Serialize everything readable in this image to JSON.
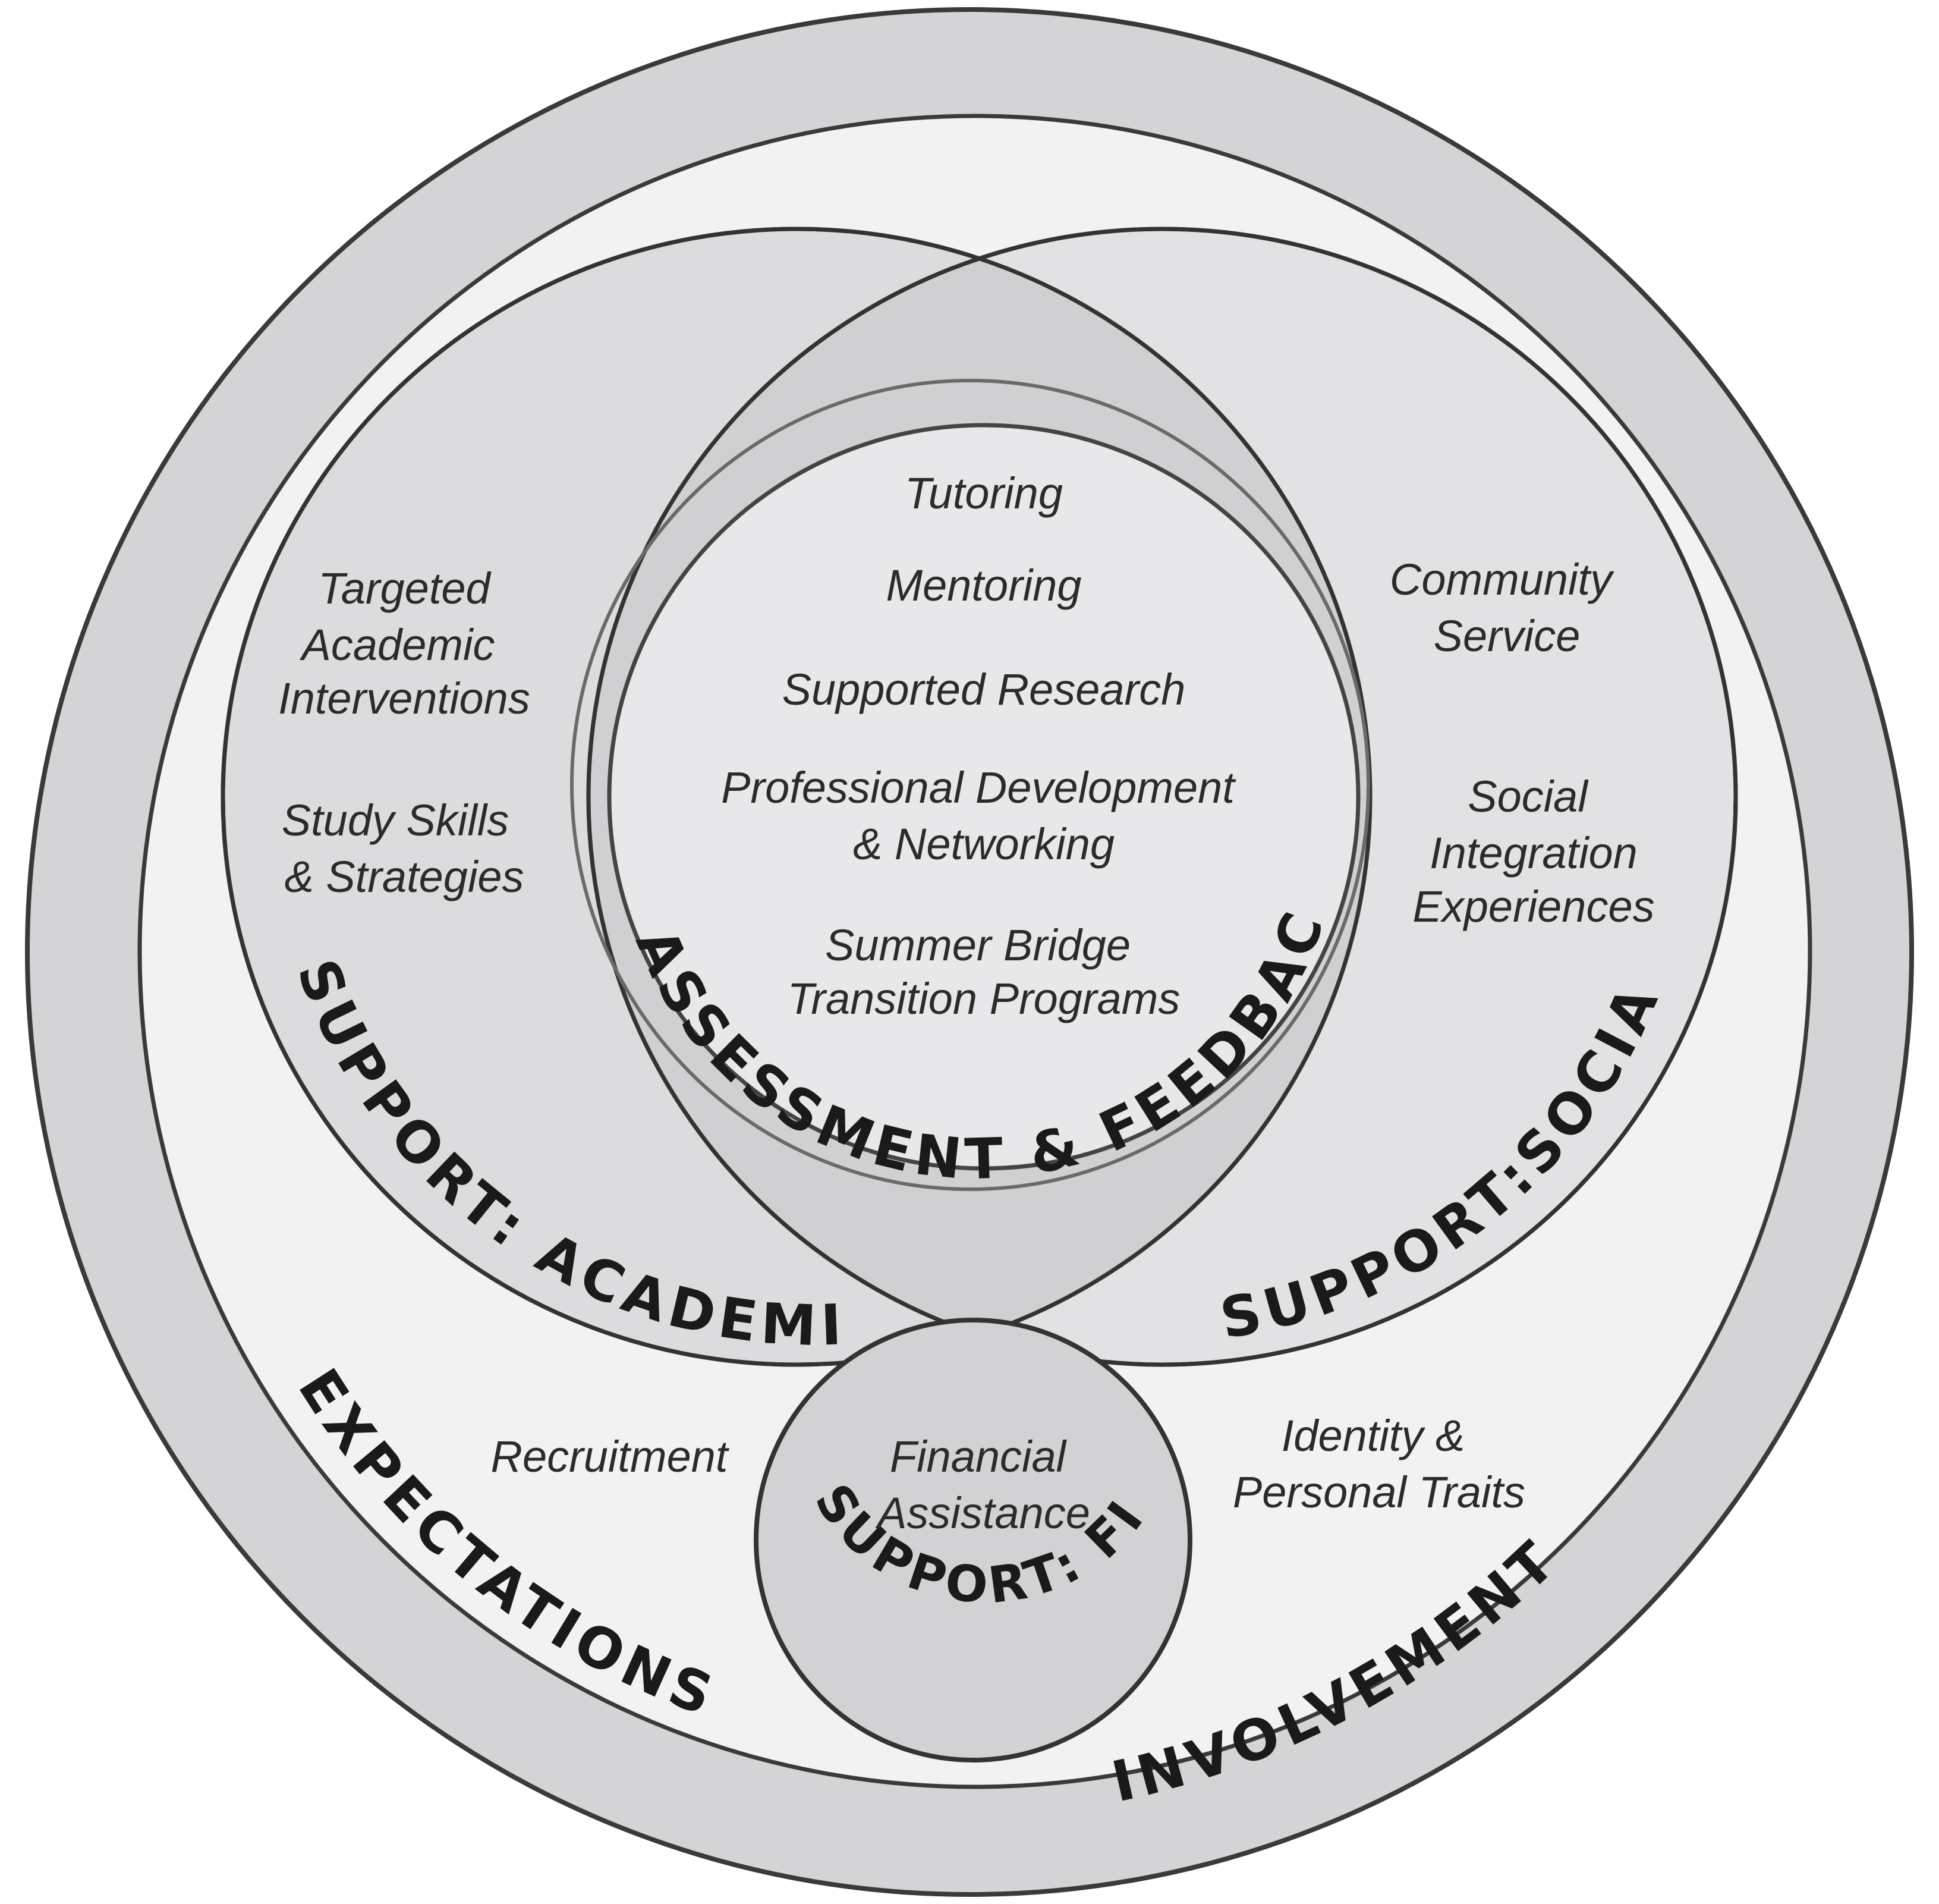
{
  "rings": {
    "involvement": "INVOLVEMENT",
    "expectations": "EXPECTATIONS",
    "support_academic": "SUPPORT: ACADEMIC",
    "support_social": "SUPPORT:SOCIAL",
    "assessment_feedback": "ASSESSMENT & FEEDBACK",
    "support_financial": "SUPPORT: FINANCIAL"
  },
  "items": {
    "tutoring": "Tutoring",
    "mentoring": "Mentoring",
    "supported_research": "Supported Research",
    "professional_development_1": "Professional Development",
    "professional_development_2": "& Networking",
    "summer_bridge_1": "Summer Bridge",
    "summer_bridge_2": "Transition Programs",
    "targeted_1": "Targeted",
    "targeted_2": "Academic",
    "targeted_3": "Interventions",
    "study_skills_1": "Study Skills",
    "study_skills_2": "& Strategies",
    "community_1": "Community",
    "community_2": "Service",
    "social_integration_1": "Social",
    "social_integration_2": "Integration",
    "social_integration_3": "Experiences",
    "recruitment": "Recruitment",
    "financial_1": "Financial",
    "financial_2": "Assistance",
    "identity_1": "Identity &",
    "identity_2": "Personal Traits"
  },
  "colors": {
    "outer_ring": "#d4d4d6",
    "expectations_area": "#f2f2f2",
    "support_circles": "#dcdcdf",
    "overlap": "#d0d0d3",
    "assessment_inner": "#e8e8ea",
    "financial": "#d2d2d5",
    "stroke": "#3a3a3a"
  }
}
